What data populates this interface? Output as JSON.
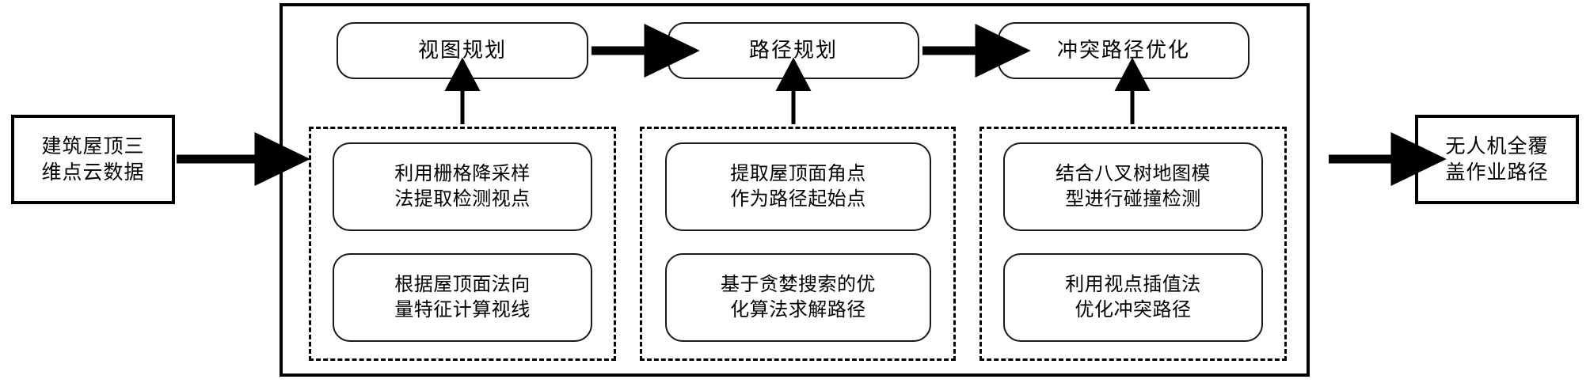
{
  "diagram": {
    "title": "UAV full-coverage path planning pipeline",
    "input": {
      "label": "建筑屋顶三\n维点云数据"
    },
    "output": {
      "label": "无人机全覆\n盖作业路径"
    },
    "stages": [
      {
        "id": "view-planning",
        "label": "视图规划",
        "steps": [
          {
            "id": "grid-downsample",
            "label": "利用栅格降采样\n法提取检测视点"
          },
          {
            "id": "normal-feature",
            "label": "根据屋顶面法向\n量特征计算视线"
          }
        ]
      },
      {
        "id": "path-planning",
        "label": "路径规划",
        "steps": [
          {
            "id": "roof-corner-start",
            "label": "提取屋顶面角点\n作为路径起始点"
          },
          {
            "id": "greedy-search",
            "label": "基于贪婪搜索的优\n化算法求解路径"
          }
        ]
      },
      {
        "id": "conflict-path-opt",
        "label": "冲突路径优化",
        "steps": [
          {
            "id": "octree-collision",
            "label": "结合八叉树地图模\n型进行碰撞检测"
          },
          {
            "id": "viewpoint-interp",
            "label": "利用视点插值法\n优化冲突路径"
          }
        ]
      }
    ],
    "arrows": {
      "input_to_frame": "arrow-right",
      "stage1_to_stage2": "arrow-right",
      "stage2_to_stage3": "arrow-right",
      "frame_to_output": "arrow-right",
      "group1_to_stage1": "arrow-up",
      "group2_to_stage2": "arrow-up",
      "group3_to_stage3": "arrow-up"
    },
    "colors": {
      "stroke": "#000000",
      "background": "#ffffff",
      "text": "#000000"
    }
  }
}
